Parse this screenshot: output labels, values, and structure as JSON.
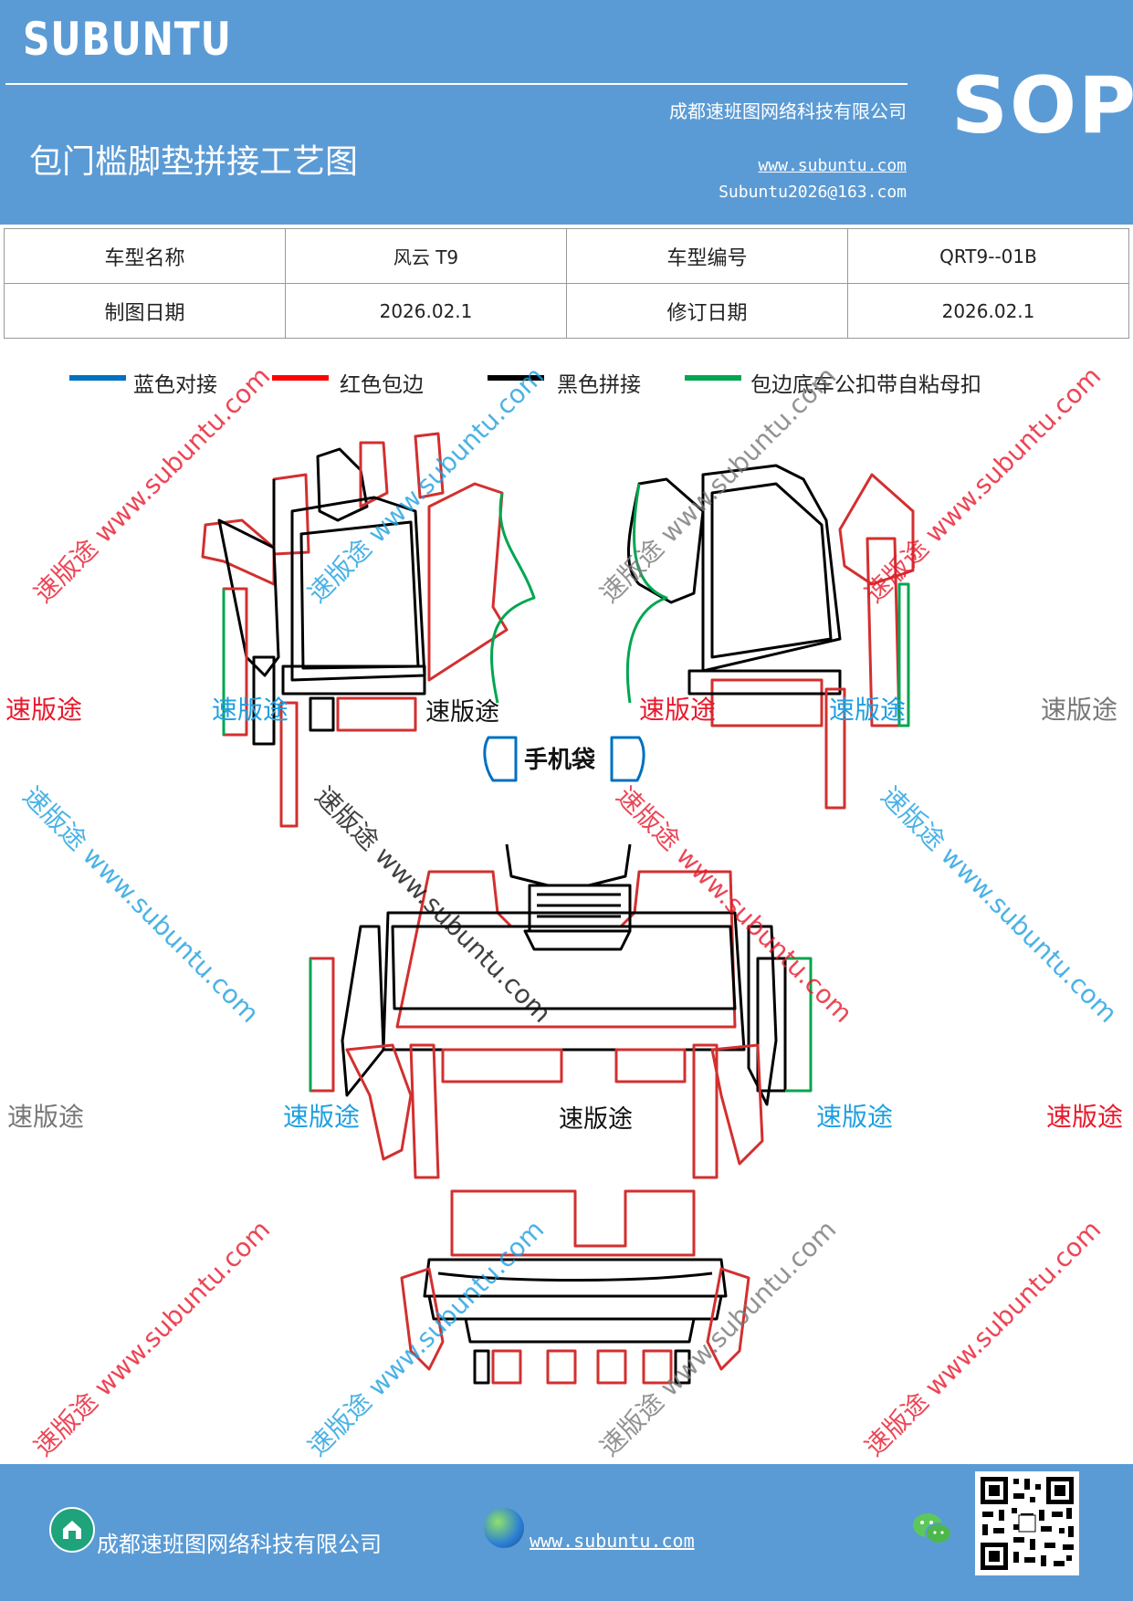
{
  "header": {
    "brand": "SUBUNTU",
    "title": "包门槛脚垫拼接工艺图",
    "company": "成都速班图网络科技有限公司",
    "website": "www.subuntu.com",
    "email": "Subuntu2026@163.com",
    "badge": "SOP"
  },
  "info_table": {
    "model_name_label": "车型名称",
    "model_name": "风云 T9",
    "model_code_label": "车型编号",
    "model_code": "QRT9--01B",
    "draw_date_label": "制图日期",
    "draw_date": "2026.02.1",
    "revise_date_label": "修订日期",
    "revise_date": "2026.02.1"
  },
  "legend": [
    {
      "label": "蓝色对接",
      "color": "#0070c0"
    },
    {
      "label": "红色包边",
      "color": "#ff0000"
    },
    {
      "label": "黑色拼接",
      "color": "#000000"
    },
    {
      "label": "包边底车公扣带自粘母扣",
      "color": "#00a650"
    }
  ],
  "diagram": {
    "phone_bag_label": "手机袋",
    "piece_label": "速版途"
  },
  "watermark": {
    "text": "速版途 www.subuntu.com",
    "short": "速版途"
  },
  "footer": {
    "company": "成都速班图网络科技有限公司",
    "website": "www.subuntu.com"
  }
}
